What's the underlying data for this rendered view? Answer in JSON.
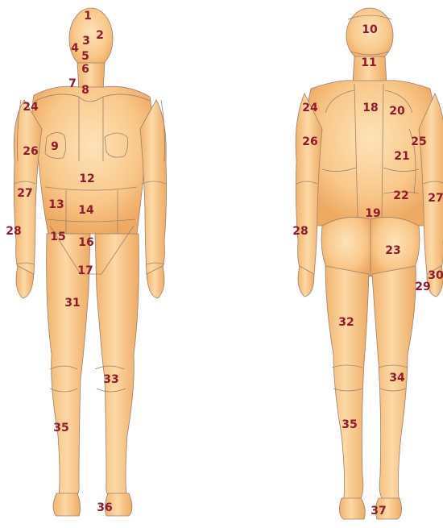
{
  "colors": {
    "skin_light": "#fde3b8",
    "skin_mid": "#f9c88a",
    "skin_dark": "#eeaa63",
    "outline": "#9a8270",
    "label": "#8f1b2c",
    "background": "#ffffff"
  },
  "front_labels": [
    "1",
    "2",
    "3",
    "4",
    "5",
    "6",
    "7",
    "8",
    "9",
    "12",
    "13",
    "14",
    "15",
    "16",
    "17",
    "24",
    "26",
    "27",
    "28",
    "31",
    "33",
    "35",
    "36"
  ],
  "back_labels": [
    "10",
    "11",
    "18",
    "19",
    "20",
    "21",
    "22",
    "23",
    "24",
    "25",
    "26",
    "27",
    "28",
    "29",
    "30",
    "32",
    "34",
    "35",
    "37"
  ]
}
